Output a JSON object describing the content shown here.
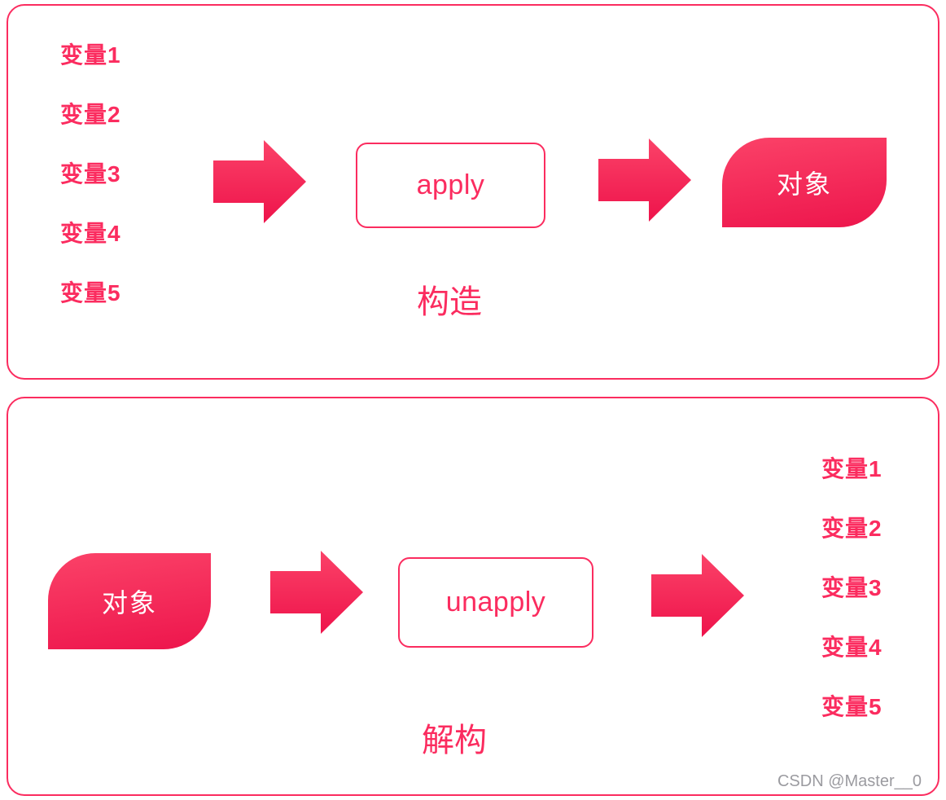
{
  "colors": {
    "accent": "#fb2c5f",
    "shape_gradient_top": "#fb4268",
    "shape_gradient_bottom": "#ed154c",
    "watermark_gray": "#9b9ba0",
    "background": "#ffffff",
    "object_text": "#ffffff"
  },
  "construction_panel": {
    "variables": [
      "变量1",
      "变量2",
      "变量3",
      "变量4",
      "变量5"
    ],
    "method_label": "apply",
    "caption": "构造",
    "object_label": "对象"
  },
  "deconstruction_panel": {
    "object_label": "对象",
    "method_label": "unapply",
    "caption": "解构",
    "variables": [
      "变量1",
      "变量2",
      "变量3",
      "变量4",
      "变量5"
    ]
  },
  "watermark": "CSDN @Master__0"
}
